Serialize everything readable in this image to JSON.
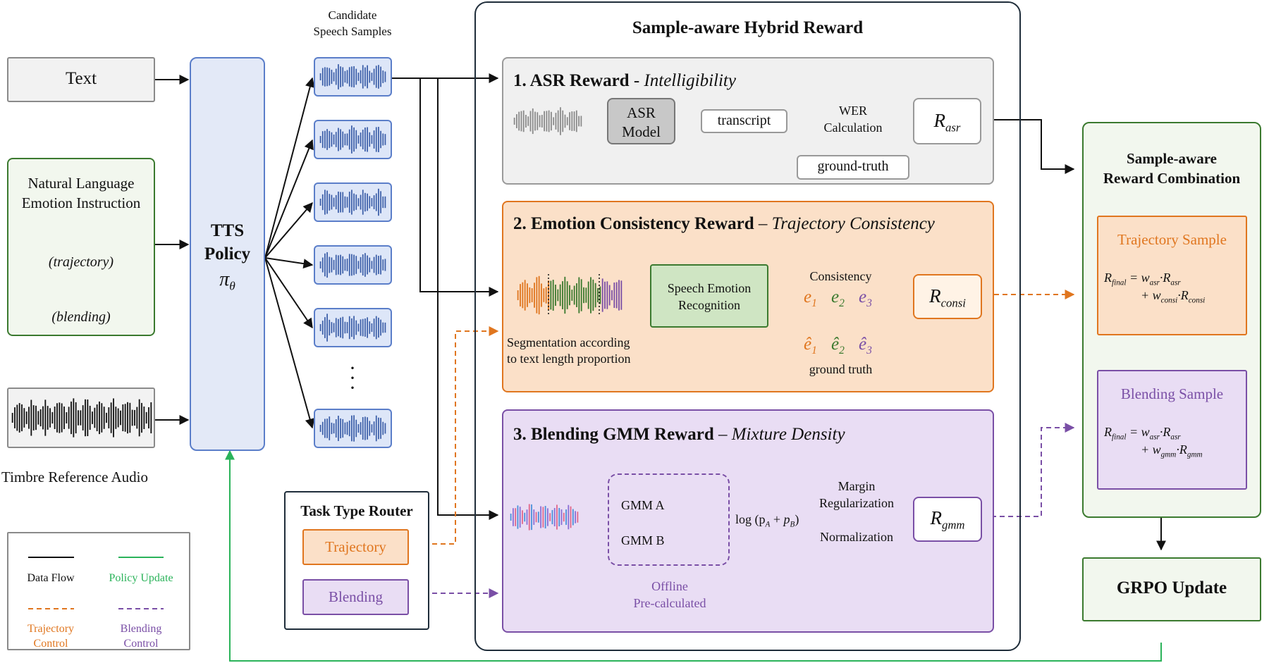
{
  "inputs": {
    "text": "Text",
    "emotion_instruction": "Natural Language\nEmotion Instruction",
    "trajectory": "(trajectory)",
    "blending": "(blending)",
    "timbre": "Timbre Reference Audio"
  },
  "policy": {
    "title": "TTS\nPolicy",
    "symbol": "π",
    "sub": "θ"
  },
  "candidates_label": "Candidate\nSpeech Samples",
  "hybrid_title": "Sample-aware Hybrid Reward",
  "asr": {
    "title": "1. ASR Reward",
    "subtitle": " - Intelligibility",
    "model": "ASR\nModel",
    "transcript": "transcript",
    "wer": "WER\nCalculation",
    "ground_truth": "ground-truth",
    "reward": "R",
    "reward_sub": "asr"
  },
  "emotion": {
    "title": "2. Emotion Consistency Reward",
    "subtitle": " – Trajectory Consistency",
    "ser": "Speech Emotion\nRecognition",
    "segmentation": "Segmentation according\nto text length proportion",
    "consistency": "Consistency",
    "ground_truth": "ground truth",
    "preds": [
      "e",
      "e",
      "e"
    ],
    "truths": [
      "ê",
      "ê",
      "ê"
    ],
    "indices": [
      "1",
      "2",
      "3"
    ],
    "reward": "R",
    "reward_sub": "consi"
  },
  "gmm": {
    "title": "3. Blending GMM Reward",
    "subtitle": " – Mixture Density",
    "gmm_a": "GMM A",
    "gmm_b": "GMM B",
    "offline": "Offline\nPre-calculated",
    "log_expr": "log (p",
    "margin": "Margin\nRegularization",
    "normalization": "Normalization",
    "reward": "R",
    "reward_sub": "gmm"
  },
  "router": {
    "title": "Task Type Router",
    "trajectory": "Trajectory",
    "blending": "Blending"
  },
  "combination": {
    "title": "Sample-aware\nReward Combination",
    "trajectory_title": "Trajectory Sample",
    "blending_title": "Blending Sample",
    "traj_formula_1": "R",
    "traj_formula_2": "+ w",
    "blend_formula_2": "+ w"
  },
  "grpo": "GRPO Update",
  "legend": {
    "data_flow": "Data Flow",
    "policy_update": "Policy Update",
    "trajectory_control": "Trajectory\nControl",
    "blending_control": "Blending\nControl"
  },
  "colors": {
    "orange": "#e0761f",
    "orange_fill": "#fbe0c8",
    "green": "#3b7a2f",
    "green_fill": "#f2f7ee",
    "purple": "#7a4fa6",
    "purple_fill": "#e9ddf4",
    "blue": "#5b7ec9",
    "blue_fill": "#e3e9f7",
    "policy_green": "#2bb35a"
  }
}
